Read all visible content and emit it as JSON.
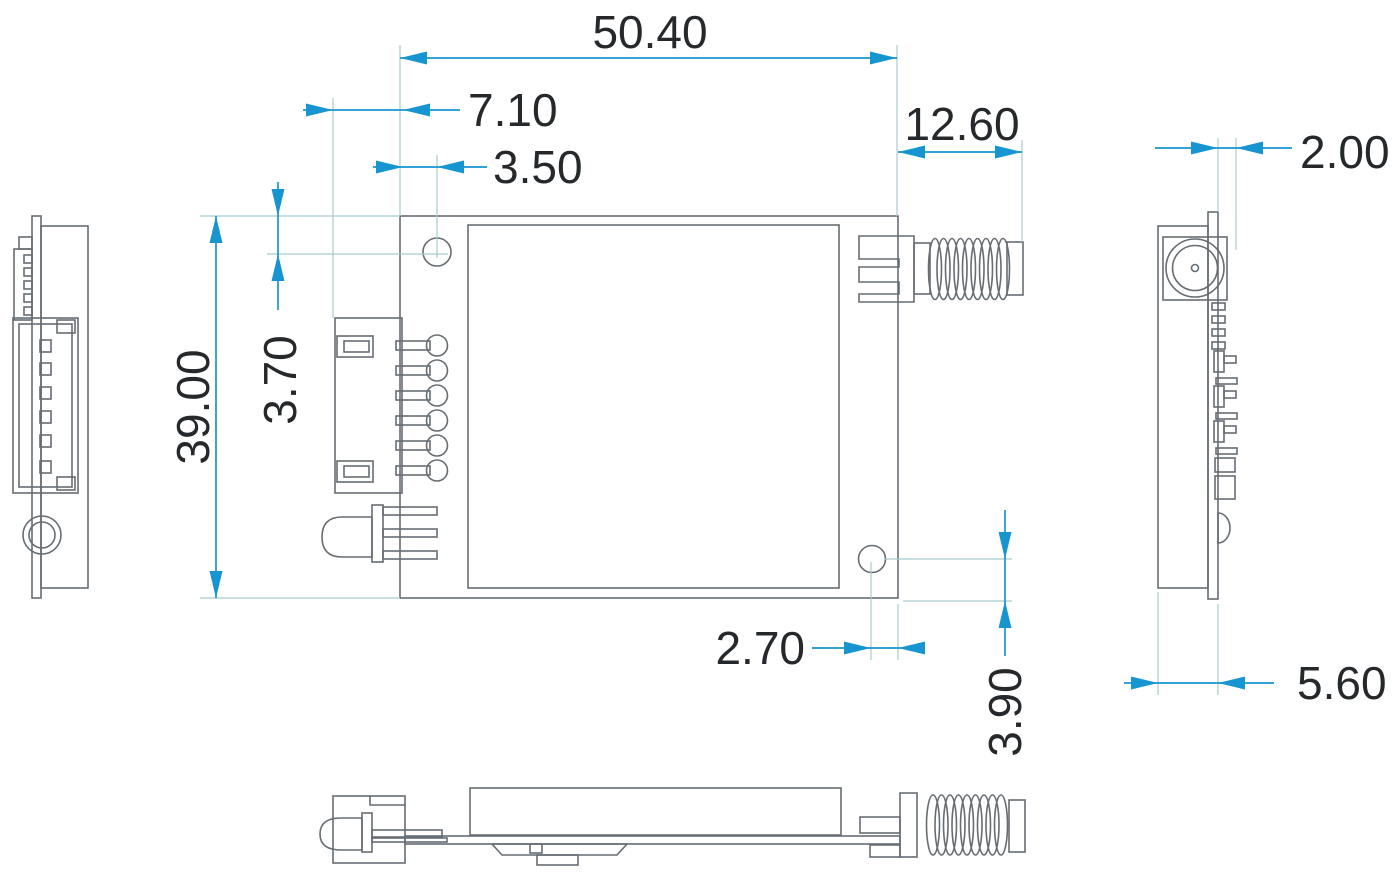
{
  "drawing": {
    "type": "mechanical-dimension-drawing",
    "subject": "RF module with SMA antenna connector - top, left, right and bottom views",
    "units": "mm",
    "colors": {
      "dimension_line": "#1795d1",
      "extension_line": "#a7cbcd",
      "part_outline": "#666d73",
      "label_text": "#26292c",
      "background": "#ffffff"
    },
    "dimensions": {
      "board_width": "50.40",
      "board_height": "39.00",
      "connector_offset": "7.10",
      "hole_top_left_x": "3.50",
      "hole_top_left_y": "3.70",
      "antenna_protrusion": "12.60",
      "flange_offset": "2.00",
      "hole_bottom_right_x": "2.70",
      "hole_bottom_right_y": "3.90",
      "module_thickness": "5.60"
    }
  }
}
